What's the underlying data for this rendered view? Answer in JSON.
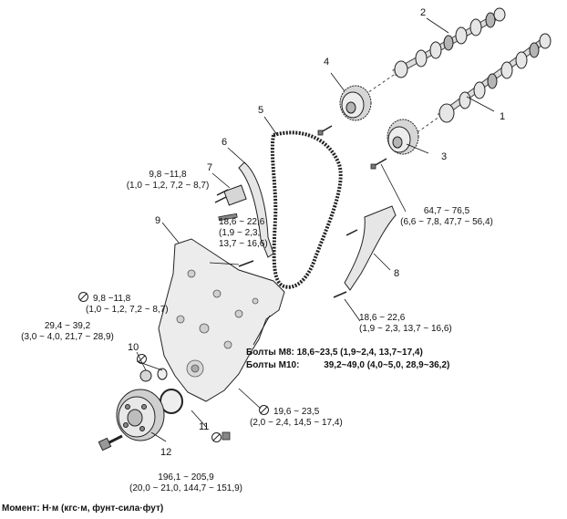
{
  "colors": {
    "ink": "#111111",
    "part_fill": "#e6e6e6",
    "part_dark": "#b5b5b5",
    "leader": "#111111"
  },
  "callouts": [
    "1",
    "2",
    "3",
    "4",
    "5",
    "6",
    "7",
    "8",
    "9",
    "10",
    "11",
    "12"
  ],
  "torques": {
    "t1": [
      "9,8 ~11,8",
      "(1,0 ~ 1,2,  7,2 ~ 8,7)"
    ],
    "t2": [
      "18,6 ~ 22,6",
      "(1,9 ~ 2,3,",
      "13,7 ~ 16,6)"
    ],
    "t3": [
      "64,7 ~ 76,5",
      "(6,6 ~ 7,8,  47,7 ~ 56,4)"
    ],
    "t4": [
      "9,8 ~11,8",
      "(1,0 ~ 1,2,  7,2 ~ 8,7)"
    ],
    "t5": [
      "29,4 ~ 39,2",
      "(3,0 ~ 4,0,  21,7 ~ 28,9)"
    ],
    "t6": [
      "18,6 ~ 22,6",
      "(1,9 ~ 2,3,  13,7 ~ 16,6)"
    ],
    "t7": [
      "19,6 ~ 23,5",
      "(2,0 ~ 2,4,  14,5 ~ 17,4)"
    ],
    "t8": [
      "196,1 ~ 205,9",
      "(20,0 ~ 21,0,  144,7 ~ 151,9)"
    ]
  },
  "bolts": {
    "m8_label": "Болты M8:",
    "m8_value": "18,6~23,5 (1,9~2,4, 13,7~17,4)",
    "m10_label": "Болты M10:",
    "m10_value": "39,2~49,0 (4,0~5,0, 28,9~36,2)"
  },
  "footer": "Момент: Н·м (кгс·м, фунт-сила·фут)",
  "icons": {
    "reuse": "no-reuse-icon"
  }
}
